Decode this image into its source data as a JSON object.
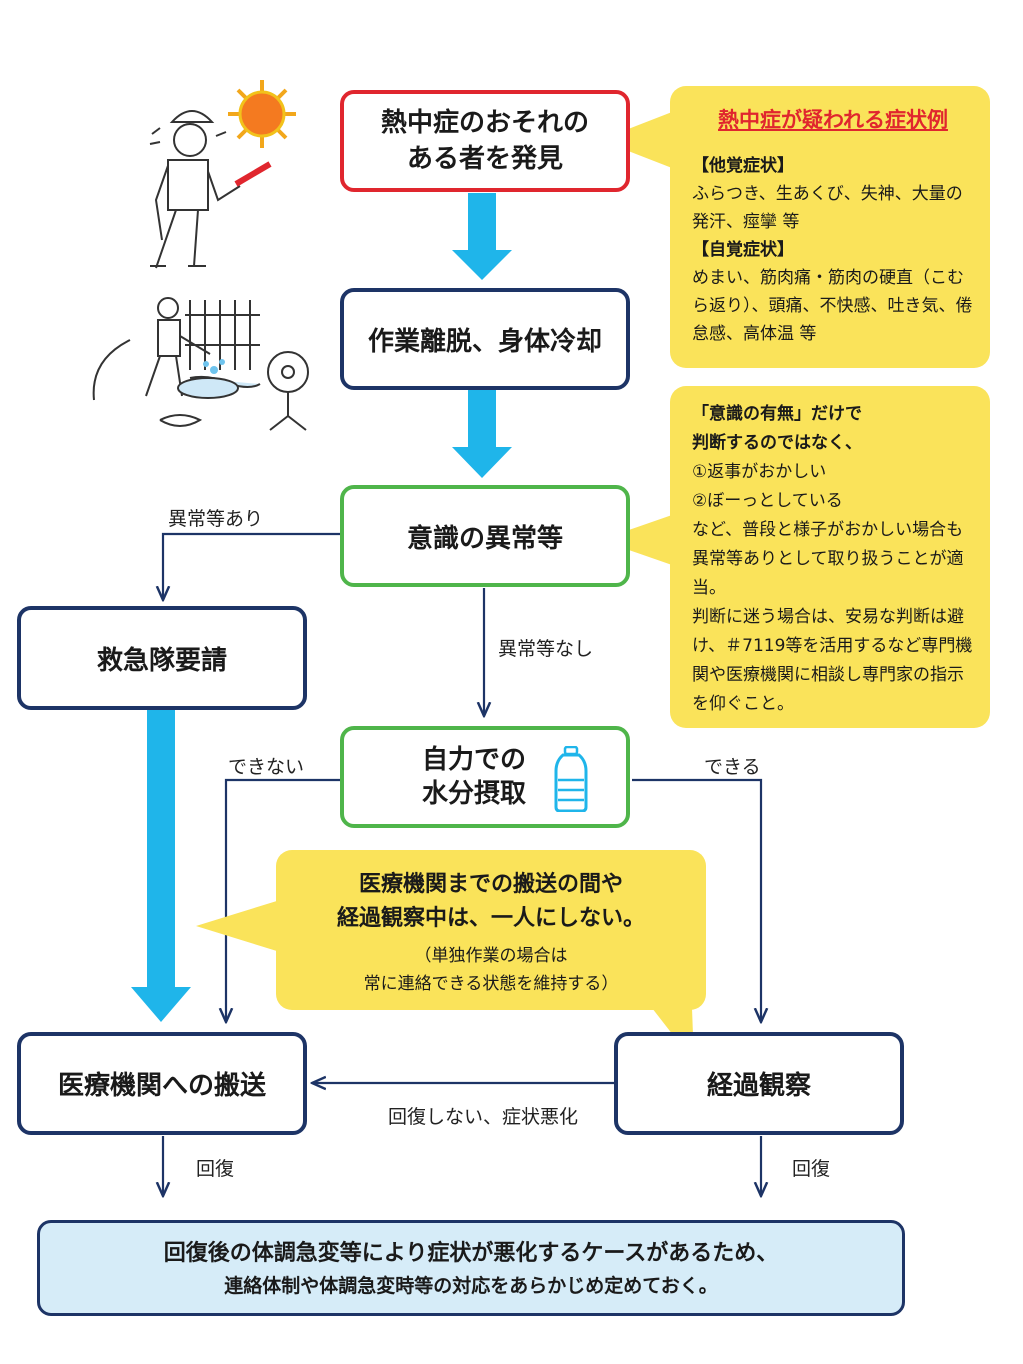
{
  "nodes": {
    "discover": "熱中症のおそれの\nある者を発見",
    "cool": "作業離脱、身体冷却",
    "consciousness": "意識の異常等",
    "ambulance": "救急隊要請",
    "hydration": "自力での\n水分摂取",
    "transport": "医療機関への搬送",
    "observe": "経過観察"
  },
  "edge_labels": {
    "abnormal_yes": "異常等あり",
    "abnormal_no": "異常等なし",
    "cannot": "できない",
    "can": "できる",
    "not_recovered": "回復しない、症状悪化",
    "recovered_left": "回復",
    "recovered_right": "回復"
  },
  "callouts": {
    "symptoms": {
      "title": "熱中症が疑われる症状例",
      "other_heading": "【他覚症状】",
      "other_text": "ふらつき、生あくび、失神、大量の発汗、痙攣 等",
      "self_heading": "【自覚症状】",
      "self_text": "めまい、筋肉痛・筋肉の硬直（こむら返り）、頭痛、不快感、吐き気、倦怠感、高体温 等"
    },
    "consciousness_note": {
      "lead": "「意識の有無」だけで\n判断するのではなく、",
      "item1": "①返事がおかしい",
      "item2": "②ぼーっとしている",
      "body": "など、普段と様子がおかしい場合も異常等ありとして取り扱うことが適当。\n判断に迷う場合は、安易な判断は避け、＃7119等を活用するなど専門機関や医療機関に相談し専門家の指示を仰ぐこと。"
    },
    "alone": {
      "main": "医療機関までの搬送の間や\n経過観察中は、一人にしない。",
      "sub": "（単独作業の場合は\n常に連絡できる状態を維持する）"
    }
  },
  "footer": {
    "line1": "回復後の体調急変等により症状が悪化するケースがあるため、",
    "line2": "連絡体制や体調急変時等の対応をあらかじめ定めておく。"
  },
  "colors": {
    "red": "#e0262e",
    "navy": "#1d3466",
    "green": "#4fb54a",
    "cyan": "#1fb5ea",
    "yellow": "#fae35a",
    "footer_bg": "#d6ecf8"
  }
}
